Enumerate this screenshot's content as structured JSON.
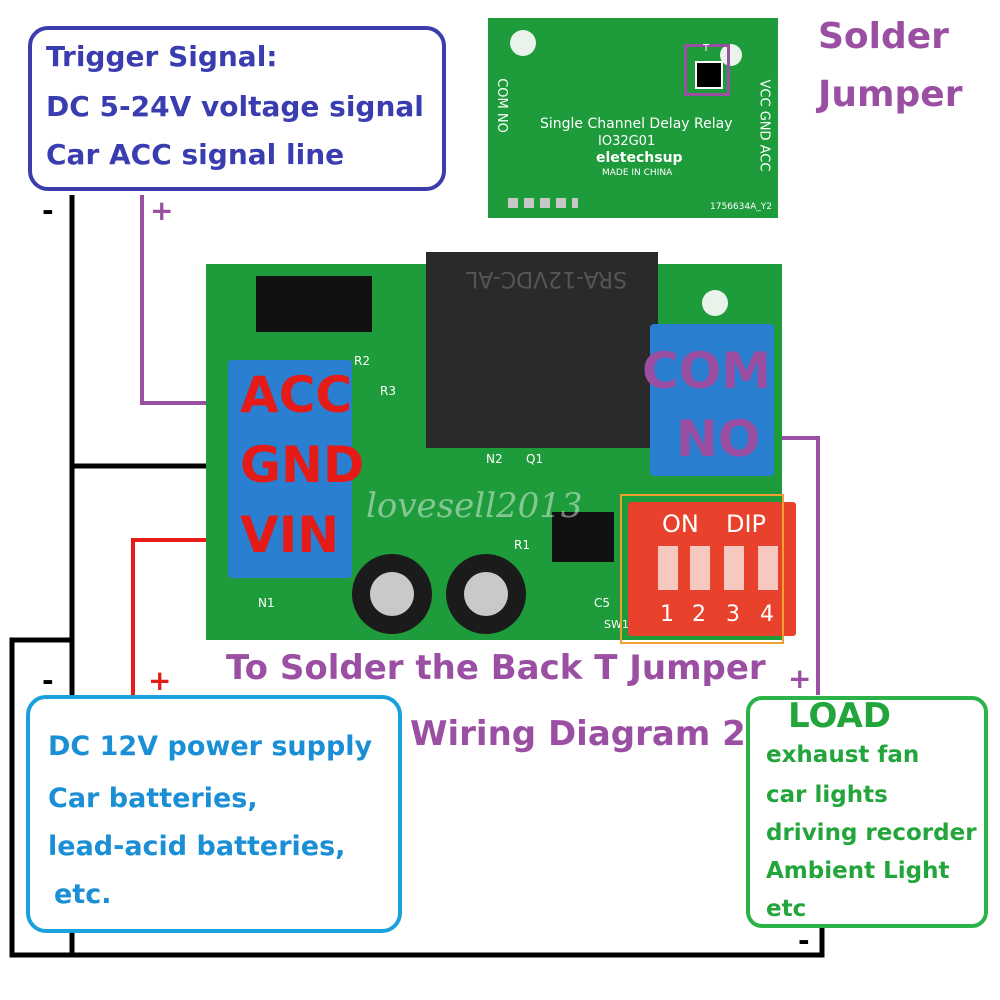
{
  "trigger_box": {
    "line1": "Trigger Signal:",
    "line2": "DC 5-24V voltage signal",
    "line3": "Car ACC signal line",
    "minus": "-",
    "plus": "+"
  },
  "solder_jumper": {
    "line1": "Solder",
    "line2": "Jumper"
  },
  "back_board": {
    "title": "Single Channel Delay Relay",
    "model": "IO32G01",
    "brand": "eletechsup",
    "origin": "MADE IN CHINA",
    "code": "1756634A_Y2",
    "left_pins": "COM NO",
    "right_pins": "VCC GND ACC",
    "jumper_mark": "T"
  },
  "main_board": {
    "acc": "ACC",
    "gnd": "GND",
    "vin": "VIN",
    "com": "COM",
    "no": "NO",
    "dip_on": "ON",
    "dip_label": "DIP",
    "dip_nums": [
      "1",
      "2",
      "3",
      "4"
    ],
    "relay_text": "SRA-12VDC-AL",
    "silk_r1": "R1",
    "silk_r2": "R2",
    "silk_r3": "R3",
    "silk_n1": "N1",
    "silk_n2": "N2",
    "silk_q1": "Q1",
    "silk_c5": "C5",
    "silk_sw1": "SW1",
    "watermark": "lovesell2013"
  },
  "caption": {
    "line1": "To Solder the Back T Jumper",
    "line2": "Wiring Diagram 2"
  },
  "power_box": {
    "line1": "DC 12V power supply",
    "line2": "Car batteries,",
    "line3": "lead-acid batteries,",
    "line4": "etc.",
    "minus": "-",
    "plus": "+"
  },
  "load_box": {
    "title": "LOAD",
    "line1": "exhaust fan",
    "line2": "car lights",
    "line3": "driving recorder",
    "line4": "Ambient Light",
    "line5": "etc",
    "plus": "+",
    "minus": "-"
  },
  "colors": {
    "trigger_border": "#3a3dab",
    "trigger_text": "#3a3db0",
    "purple": "#9b4fa3",
    "power_border": "#1aa0dc",
    "power_text": "#1a8fd6",
    "load_border": "#2bb34a",
    "load_text": "#22a53a",
    "red_label": "#e41b17",
    "pcb_green": "#1e9b3a",
    "terminal_blue": "#2a7fd0",
    "dip_red": "#e8412c"
  }
}
